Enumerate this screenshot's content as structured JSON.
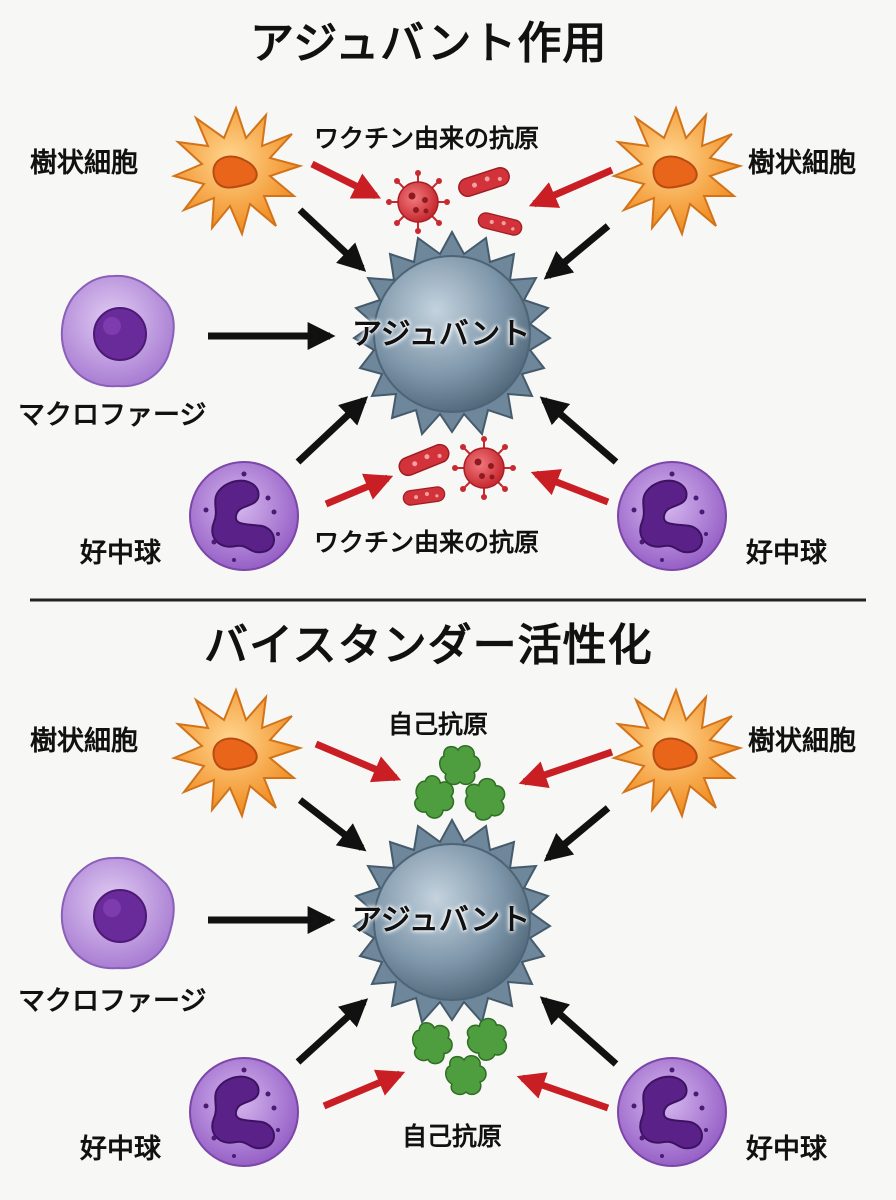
{
  "top_section": {
    "title": "アジュバント作用",
    "dendritic_left": "樹状細胞",
    "dendritic_right": "樹状細胞",
    "antigen_top": "ワクチン由来の抗原",
    "adjuvant": "アジュバント",
    "macrophage": "マクロファージ",
    "neutrophil_left": "好中球",
    "neutrophil_right": "好中球",
    "antigen_bottom": "ワクチン由来の抗原"
  },
  "bottom_section": {
    "title": "バイスタンダー活性化",
    "dendritic_left": "樹状細胞",
    "dendritic_right": "樹状細胞",
    "antigen_top": "自己抗原",
    "adjuvant": "アジュバント",
    "macrophage": "マクロファージ",
    "neutrophil_left": "好中球",
    "neutrophil_right": "好中球",
    "antigen_bottom": "自己抗原"
  },
  "colors": {
    "dendritic": "#f59a2e",
    "macrophage": "#b48ad8",
    "neutrophil": "#a16ad0",
    "adjuvant": "#7d97aa",
    "virus": "#d2333a",
    "self_antigen": "#4a9c3c",
    "arrow_black": "#111111",
    "arrow_red": "#c81e24"
  }
}
